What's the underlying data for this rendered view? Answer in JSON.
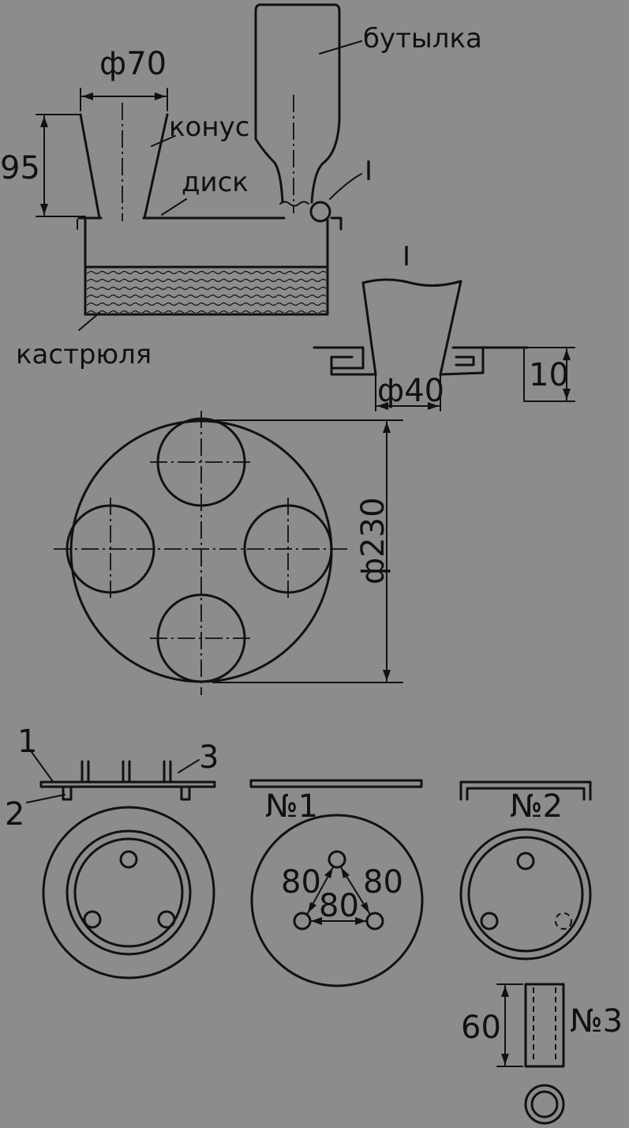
{
  "labels": {
    "bottle": "бутылка",
    "cone": "конус",
    "disk": "диск",
    "pan": "кастрюля",
    "detail_mark_top": "I",
    "detail_mark_title": "I",
    "part_1": "1",
    "part_2": "2",
    "part_3": "3",
    "no1": "№1",
    "no2": "№2",
    "no3": "№3"
  },
  "dimensions": {
    "cone_diameter": "ф70",
    "cone_height": "95",
    "neck_diameter": "ф40",
    "rim_height": "10",
    "disk_diameter": "ф230",
    "hole_spacing_left": "80",
    "hole_spacing_right": "80",
    "hole_spacing_bottom": "80",
    "tube_height": "60"
  }
}
